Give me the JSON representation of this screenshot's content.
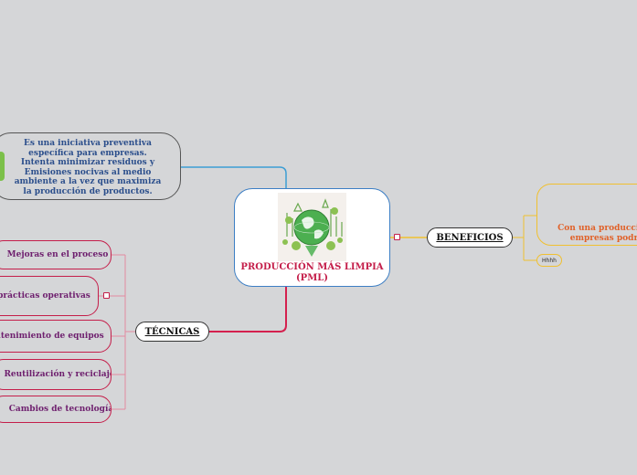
{
  "central": {
    "title": "PRODUCCIÓN MÁS LIMPIA (PML)"
  },
  "definition": {
    "text": "Es una iniciativa preventiva específica para empresas. Intenta minimizar residuos y Emisiones nocivas al medio ambiente a la vez que maximiza la producción de productos."
  },
  "techniques": {
    "label": "TÉCNICAS",
    "items": [
      "Mejoras en el proceso",
      "prácticas operativas",
      "ntenimiento de equipos",
      "Reutilización y reciclaje",
      "Cambios de tecnología"
    ]
  },
  "benefits": {
    "label": "BENEFICIOS",
    "box_text_line1": "Con una producción",
    "box_text_line2": "empresas podr",
    "small_node": "Hhhh"
  },
  "colors": {
    "central_border": "#3c7ec4",
    "title": "#c41e4a",
    "definition_text": "#2c4f8c",
    "technique_line": "#c41e4a",
    "technique_text": "#6e1f6e",
    "benefit_line": "#f0c030",
    "benefit_text": "#e0622a"
  }
}
